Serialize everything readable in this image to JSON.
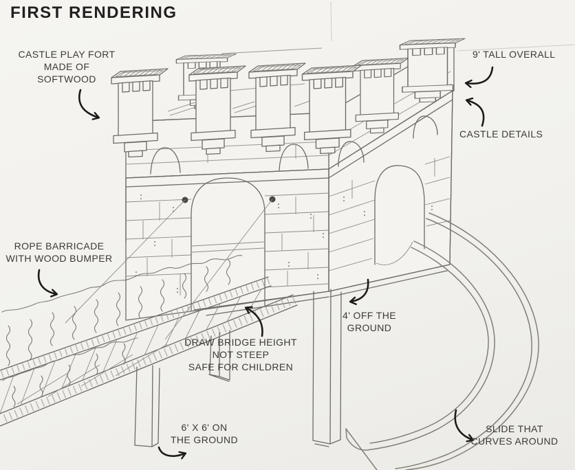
{
  "title": "FIRST RENDERING",
  "colors": {
    "paper": "#f3f2ee",
    "pencil_ink": "#6e6b65",
    "annotation_text": "#3b3936",
    "arrow_ink": "#1d1b19"
  },
  "sketch": {
    "subject": "castle play fort concept drawing",
    "features": [
      "battlement towers",
      "arched doorway",
      "rope drawbridge",
      "support posts",
      "curving slide"
    ]
  },
  "annotations": {
    "material": {
      "lines": [
        "CASTLE PLAY FORT",
        "MADE OF",
        "SOFTWOOD"
      ]
    },
    "height": {
      "lines": [
        "9' TALL OVERALL"
      ]
    },
    "details": {
      "lines": [
        "CASTLE DETAILS"
      ]
    },
    "barricade": {
      "lines": [
        "ROPE BARRICADE",
        "WITH WOOD BUMPER"
      ]
    },
    "drawbridge": {
      "lines": [
        "DRAW BRIDGE HEIGHT",
        "NOT STEEP",
        "SAFE FOR CHILDREN"
      ]
    },
    "clearance": {
      "lines": [
        "4' OFF THE",
        "GROUND"
      ]
    },
    "footprint": {
      "lines": [
        "6' X 6' ON",
        "THE GROUND"
      ]
    },
    "slide": {
      "lines": [
        "SLIDE THAT",
        "CURVES AROUND"
      ]
    }
  }
}
